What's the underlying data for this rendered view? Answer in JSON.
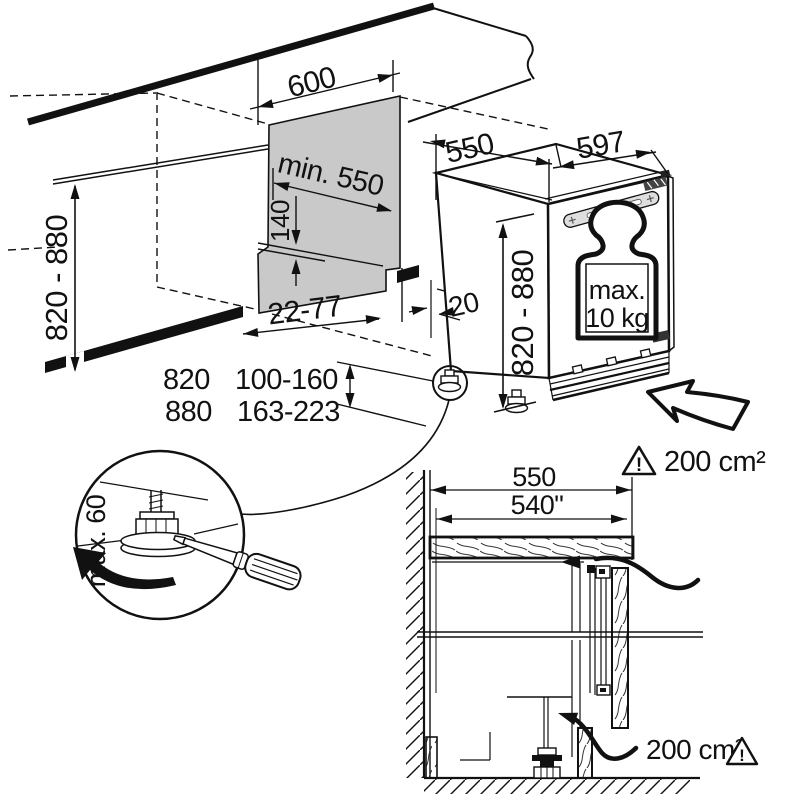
{
  "diagram": {
    "niche": {
      "counter_depth": "600",
      "depth_min": "min.  550",
      "recess_height": "140",
      "recess_depth_range": "22-77",
      "height_range": "820 - 880"
    },
    "table": {
      "rows": [
        [
          "820",
          "100-160"
        ],
        [
          "880",
          "163-223"
        ]
      ]
    },
    "appliance": {
      "depth": "550",
      "width": "597",
      "height_range": "820 - 880",
      "rear_gap": "20",
      "door_load_line1": "max.",
      "door_load_line2": "10 kg"
    },
    "foot_detail": {
      "adjust_range": "max. 60"
    },
    "section": {
      "depth_total": "550",
      "depth_clear": "540\"",
      "vent_area_top": "200 cm²",
      "vent_area_bottom": "200 cm²",
      "warning_mark": "!"
    },
    "icons": {
      "warning": "warning-triangle-icon",
      "weight": "max-load-weight-icon",
      "screwdriver": "screwdriver-icon",
      "rotate": "rotate-ccw-arrow-icon",
      "airflow": "airflow-arrow-icon",
      "insert": "insert-direction-arrow-icon",
      "foot": "adjustable-foot-icon"
    },
    "colors": {
      "line": "#111111",
      "panel_gray": "#c9c9c9",
      "rail_gray": "#dedede"
    }
  }
}
